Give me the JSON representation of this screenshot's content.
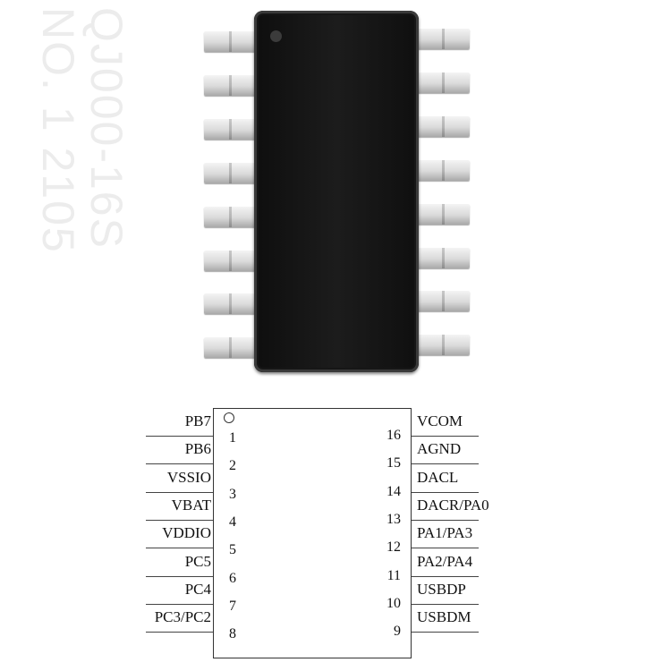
{
  "chip": {
    "marking_lines": [
      "QJ000-16S",
      "NO. 1  2105"
    ],
    "body_color": "#141414",
    "lead_color": "#d6d6d6",
    "marking_color": "#ececec",
    "leads_per_side": 8
  },
  "pinout": {
    "left_pins": [
      {
        "number": "1",
        "name": "PB7"
      },
      {
        "number": "2",
        "name": "PB6"
      },
      {
        "number": "3",
        "name": "VSSIO"
      },
      {
        "number": "4",
        "name": "VBAT"
      },
      {
        "number": "5",
        "name": "VDDIO"
      },
      {
        "number": "6",
        "name": "PC5"
      },
      {
        "number": "7",
        "name": "PC4"
      },
      {
        "number": "8",
        "name": "PC3/PC2"
      }
    ],
    "right_pins": [
      {
        "number": "16",
        "name": "VCOM"
      },
      {
        "number": "15",
        "name": "AGND"
      },
      {
        "number": "14",
        "name": "DACL"
      },
      {
        "number": "13",
        "name": "DACR/PA0"
      },
      {
        "number": "12",
        "name": "PA1/PA3"
      },
      {
        "number": "11",
        "name": "PA2/PA4"
      },
      {
        "number": "10",
        "name": "USBDP"
      },
      {
        "number": "9",
        "name": "USBDM"
      }
    ]
  }
}
